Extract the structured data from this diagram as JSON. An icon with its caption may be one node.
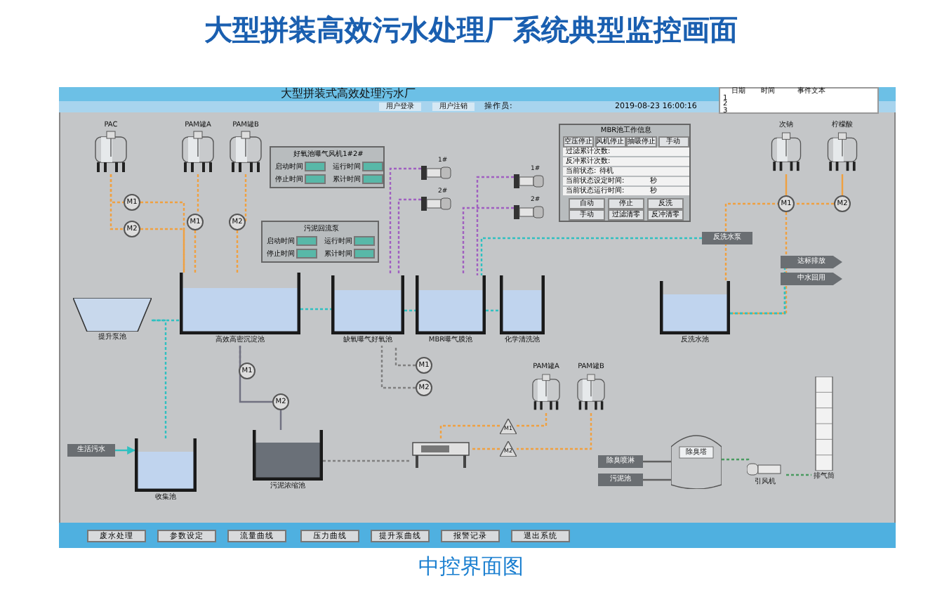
{
  "diagram": {
    "title": "大型拼装高效污水处理厂系统典型监控画面",
    "caption": "中控界面图",
    "nodes": [
      {
        "text": [
          "PAC"
        ]
      },
      {
        "text": [
          "PAM罐A"
        ]
      },
      {
        "text": [
          "PAM罐B"
        ]
      },
      {
        "text": [
          "M1"
        ]
      },
      {
        "text": [
          "M2"
        ]
      },
      {
        "text": [
          "M1"
        ]
      },
      {
        "text": [
          "M2"
        ]
      },
      {
        "text": [
          "好氧池曝气风机1#2#",
          "启动时间",
          "运行时间",
          "停止时间",
          "累计时间"
        ]
      },
      {
        "text": [
          "污泥回流泵",
          "启动时间",
          "运行时间",
          "停止时间",
          "累计时间"
        ]
      },
      {
        "text": [
          "1#"
        ]
      },
      {
        "text": [
          "2#"
        ]
      },
      {
        "text": [
          "1#"
        ]
      },
      {
        "text": [
          "2#"
        ]
      },
      {
        "text": [
          "MBR池工作信息",
          "空压停止",
          "风机停止",
          "抽吸停止",
          "手动",
          "过滤累计次数:",
          "反冲累计次数:",
          "当前状态:",
          "待机",
          "当前状态设定时间:",
          "秒",
          "当前状态运行时间:",
          "秒",
          "自动",
          "停止",
          "反洗",
          "手动",
          "过滤清零",
          "反冲清零"
        ]
      },
      {
        "text": [
          "次钠"
        ]
      },
      {
        "text": [
          "柠檬酸"
        ]
      },
      {
        "text": [
          "M1"
        ]
      },
      {
        "text": [
          "M2"
        ]
      },
      {
        "text": [
          "反洗水泵"
        ]
      },
      {
        "text": [
          "提升泵池"
        ]
      },
      {
        "text": [
          "高效高密沉淀池"
        ]
      },
      {
        "text": [
          "缺氧曝气好氧池"
        ]
      },
      {
        "text": [
          "MBR曝气膜池"
        ]
      },
      {
        "text": [
          "化学清洗池"
        ]
      },
      {
        "text": [
          "反洗水池"
        ]
      },
      {
        "text": [
          "收集池"
        ]
      },
      {
        "text": [
          "污泥浓缩池"
        ]
      },
      {
        "text": [
          "M1"
        ]
      },
      {
        "text": [
          "M2"
        ]
      },
      {
        "text": [
          "M1"
        ]
      },
      {
        "text": [
          "M2"
        ]
      },
      {
        "text": [
          "生活污水"
        ]
      },
      {
        "text": [
          "达标排放"
        ]
      },
      {
        "text": [
          "中水回用"
        ]
      },
      {
        "text": [
          "PAM罐A"
        ]
      },
      {
        "text": [
          "PAM罐B"
        ]
      },
      {
        "text": [
          "M1"
        ]
      },
      {
        "text": [
          "M2"
        ]
      },
      {
        "text": [],
        "shape": "picture"
      },
      {
        "text": [
          "除臭喷淋"
        ]
      },
      {
        "text": [
          "污泥池"
        ]
      },
      {
        "text": [
          "除臭塔"
        ]
      },
      {
        "text": [
          "引风机"
        ]
      },
      {
        "text": [
          "排气筒"
        ]
      }
    ],
    "edges": [
      {
        "from": 0,
        "to": 3,
        "arrow": "none",
        "style": "dashed",
        "color": "#f0a040"
      },
      {
        "from": 0,
        "to": 4,
        "arrow": "none",
        "style": "dashed",
        "color": "#f0a040"
      },
      {
        "from": 1,
        "to": 5,
        "arrow": "none",
        "style": "dashed",
        "color": "#f0a040"
      },
      {
        "from": 2,
        "to": 6,
        "arrow": "none",
        "style": "dashed",
        "color": "#f0a040"
      },
      {
        "from": 3,
        "to": 20,
        "arrow": "none",
        "style": "dashed",
        "color": "#f0a040"
      },
      {
        "from": 4,
        "to": 20,
        "arrow": "none",
        "style": "dashed",
        "color": "#f0a040"
      },
      {
        "from": 5,
        "to": 20,
        "arrow": "none",
        "style": "dashed",
        "color": "#f0a040"
      },
      {
        "from": 6,
        "to": 20,
        "arrow": "none",
        "style": "dashed",
        "color": "#f0a040"
      },
      {
        "from": 31,
        "to": 25,
        "arrow": "to",
        "color": "#30c0c0"
      },
      {
        "from": 25,
        "to": 19,
        "arrow": "none",
        "style": "dashed",
        "color": "#30c0c0"
      },
      {
        "from": 19,
        "to": 20,
        "arrow": "none",
        "style": "dashed",
        "color": "#30c0c0"
      },
      {
        "from": 20,
        "to": 21,
        "arrow": "none",
        "style": "dashed",
        "color": "#30c0c0"
      },
      {
        "from": 21,
        "to": 22,
        "arrow": "none",
        "style": "dashed",
        "color": "#30c0c0"
      },
      {
        "from": 22,
        "to": 23,
        "arrow": "none",
        "style": "dashed",
        "color": "#30c0c0"
      },
      {
        "from": 20,
        "to": 27,
        "arrow": "none",
        "style": "dashed",
        "color": "#808080"
      },
      {
        "from": 20,
        "to": 28,
        "arrow": "none",
        "color": "#707080"
      },
      {
        "from": 28,
        "to": 26,
        "arrow": "none",
        "color": "#707080"
      },
      {
        "from": 26,
        "to": 38,
        "arrow": "none",
        "style": "dashed",
        "color": "#808080"
      },
      {
        "from": 29,
        "to": 21,
        "arrow": "none",
        "style": "dashed",
        "color": "#808080"
      },
      {
        "from": 30,
        "to": 21,
        "arrow": "none",
        "style": "dashed",
        "color": "#808080"
      },
      {
        "from": 9,
        "to": 21,
        "arrow": "none",
        "style": "dashed",
        "color": "#a060c0"
      },
      {
        "from": 10,
        "to": 21,
        "arrow": "none",
        "style": "dashed",
        "color": "#a060c0"
      },
      {
        "from": 11,
        "to": 22,
        "arrow": "none",
        "style": "dashed",
        "color": "#a060c0"
      },
      {
        "from": 12,
        "to": 22,
        "arrow": "none",
        "style": "dashed",
        "color": "#a060c0"
      },
      {
        "from": 14,
        "to": 16,
        "arrow": "none",
        "color": "#f0a040"
      },
      {
        "from": 15,
        "to": 17,
        "arrow": "none",
        "color": "#f0a040"
      },
      {
        "from": 16,
        "to": 24,
        "arrow": "none",
        "style": "dashed",
        "color": "#f0a040"
      },
      {
        "from": 17,
        "to": 24,
        "arrow": "none",
        "style": "dashed",
        "color": "#f0a040"
      },
      {
        "from": 24,
        "to": 32,
        "arrow": "none",
        "style": "dashed",
        "color": "#30c0c0"
      },
      {
        "from": 24,
        "to": 33,
        "arrow": "none",
        "style": "dashed",
        "color": "#30c0c0"
      },
      {
        "from": 18,
        "to": 22,
        "arrow": "none",
        "style": "dashed",
        "color": "#30c0c0"
      },
      {
        "from": 34,
        "to": 36,
        "arrow": "none",
        "style": "dashed",
        "color": "#f0a040"
      },
      {
        "from": 35,
        "to": 37,
        "arrow": "none",
        "style": "dashed",
        "color": "#f0a040"
      },
      {
        "from": 36,
        "to": 38,
        "arrow": "none",
        "style": "dashed",
        "color": "#f0a040"
      },
      {
        "from": 37,
        "to": 38,
        "arrow": "none",
        "style": "dashed",
        "color": "#f0a040"
      },
      {
        "from": 39,
        "to": 41,
        "arrow": "none",
        "color": "#606060"
      },
      {
        "from": 40,
        "to": 41,
        "arrow": "none",
        "color": "#606060"
      },
      {
        "from": 41,
        "to": 42,
        "arrow": "none",
        "style": "dashed",
        "color": "#4a9a60"
      },
      {
        "from": 42,
        "to": 43,
        "arrow": "none",
        "style": "dashed",
        "color": "#4a9a60"
      }
    ],
    "labels": [
      "大型拼装式高效处理污水厂",
      "用户登录",
      "用户注销",
      "操作员:",
      "2019-08-23 16:00:16",
      "日期",
      "时间",
      "事件文本",
      "1",
      "2",
      "3",
      "废水处理",
      "参数设定",
      "流量曲线",
      "压力曲线",
      "提升泵曲线",
      "报警记录",
      "退出系统"
    ]
  }
}
